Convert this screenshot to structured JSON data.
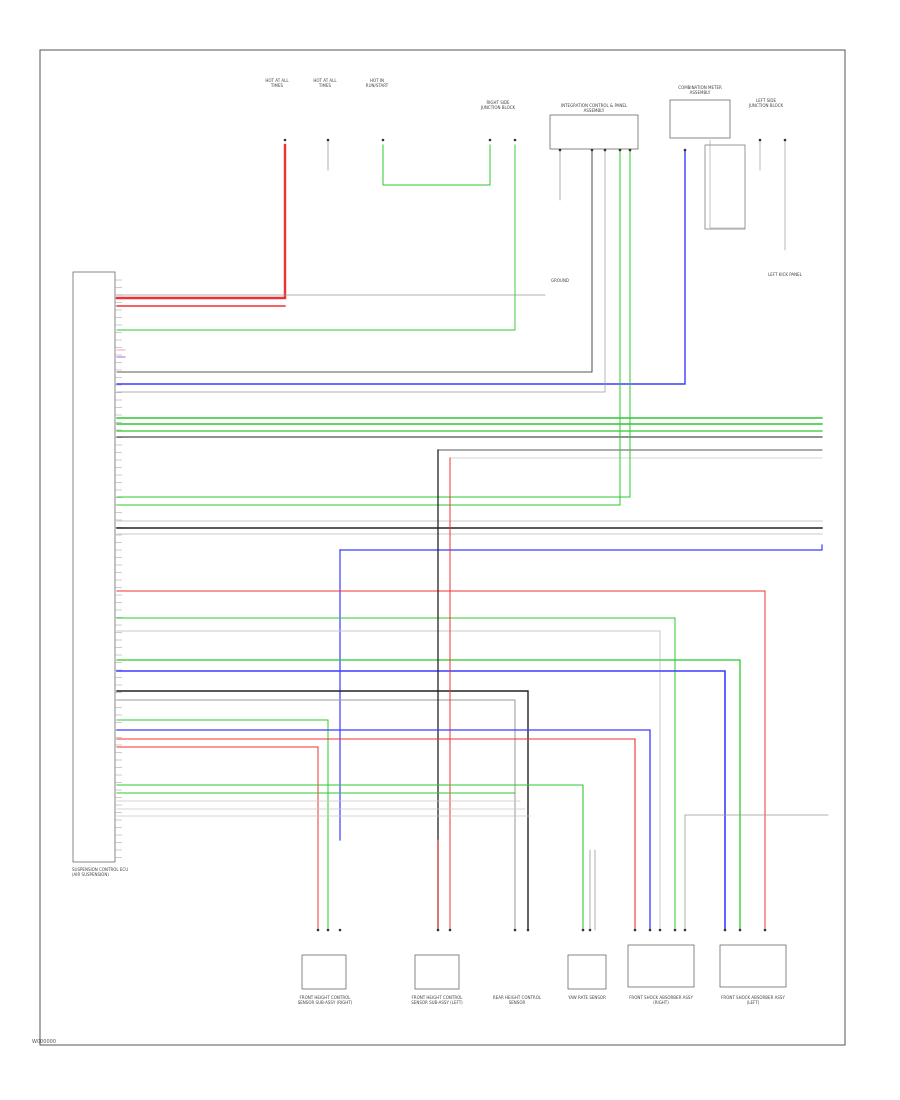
{
  "diagram": {
    "top_connectors": [
      {
        "id": "c1",
        "label": "HOT AT ALL TIMES"
      },
      {
        "id": "c2",
        "label": "HOT AT ALL TIMES"
      },
      {
        "id": "c3",
        "label": "HOT IN RUN/START"
      },
      {
        "id": "c4",
        "label": "RIGHT SIDE JUNCTION BLOCK"
      },
      {
        "id": "c5",
        "label": "INTEGRATION CONTROL & PANEL ASSEMBLY"
      },
      {
        "id": "c6",
        "label": "COMBINATION METER ASSEMBLY"
      },
      {
        "id": "c7",
        "label": "LEFT SIDE JUNCTION BLOCK"
      }
    ],
    "ecu_label": "SUSPENSION CONTROL ECU (AIR SUSPENSION)",
    "bottom_components": [
      {
        "id": "b1",
        "label": "FRONT HEIGHT CONTROL SENSOR SUB-ASSY (RIGHT)"
      },
      {
        "id": "b2",
        "label": "FRONT HEIGHT CONTROL SENSOR SUB-ASSY (LEFT)"
      },
      {
        "id": "b3",
        "label": "REAR HEIGHT CONTROL SENSOR"
      },
      {
        "id": "b4",
        "label": "YAW RATE SENSOR"
      },
      {
        "id": "b5",
        "label": "FRONT SHOCK ABSORBER ASSY (RIGHT)"
      },
      {
        "id": "b6",
        "label": "FRONT SHOCK ABSORBER ASSY (LEFT)"
      }
    ],
    "grounds": [
      {
        "id": "g1",
        "label": "GROUND"
      },
      {
        "id": "g2",
        "label": "LEFT KICK PANEL"
      }
    ],
    "footer": "W000000"
  },
  "colors": {
    "red": "#f03030",
    "green": "#2ec82e",
    "blue": "#3c3cff",
    "black": "#222222",
    "gray": "#999999",
    "ltgray": "#c8c8c8",
    "pink": "#f0a0d0",
    "purple": "#b060e0"
  }
}
